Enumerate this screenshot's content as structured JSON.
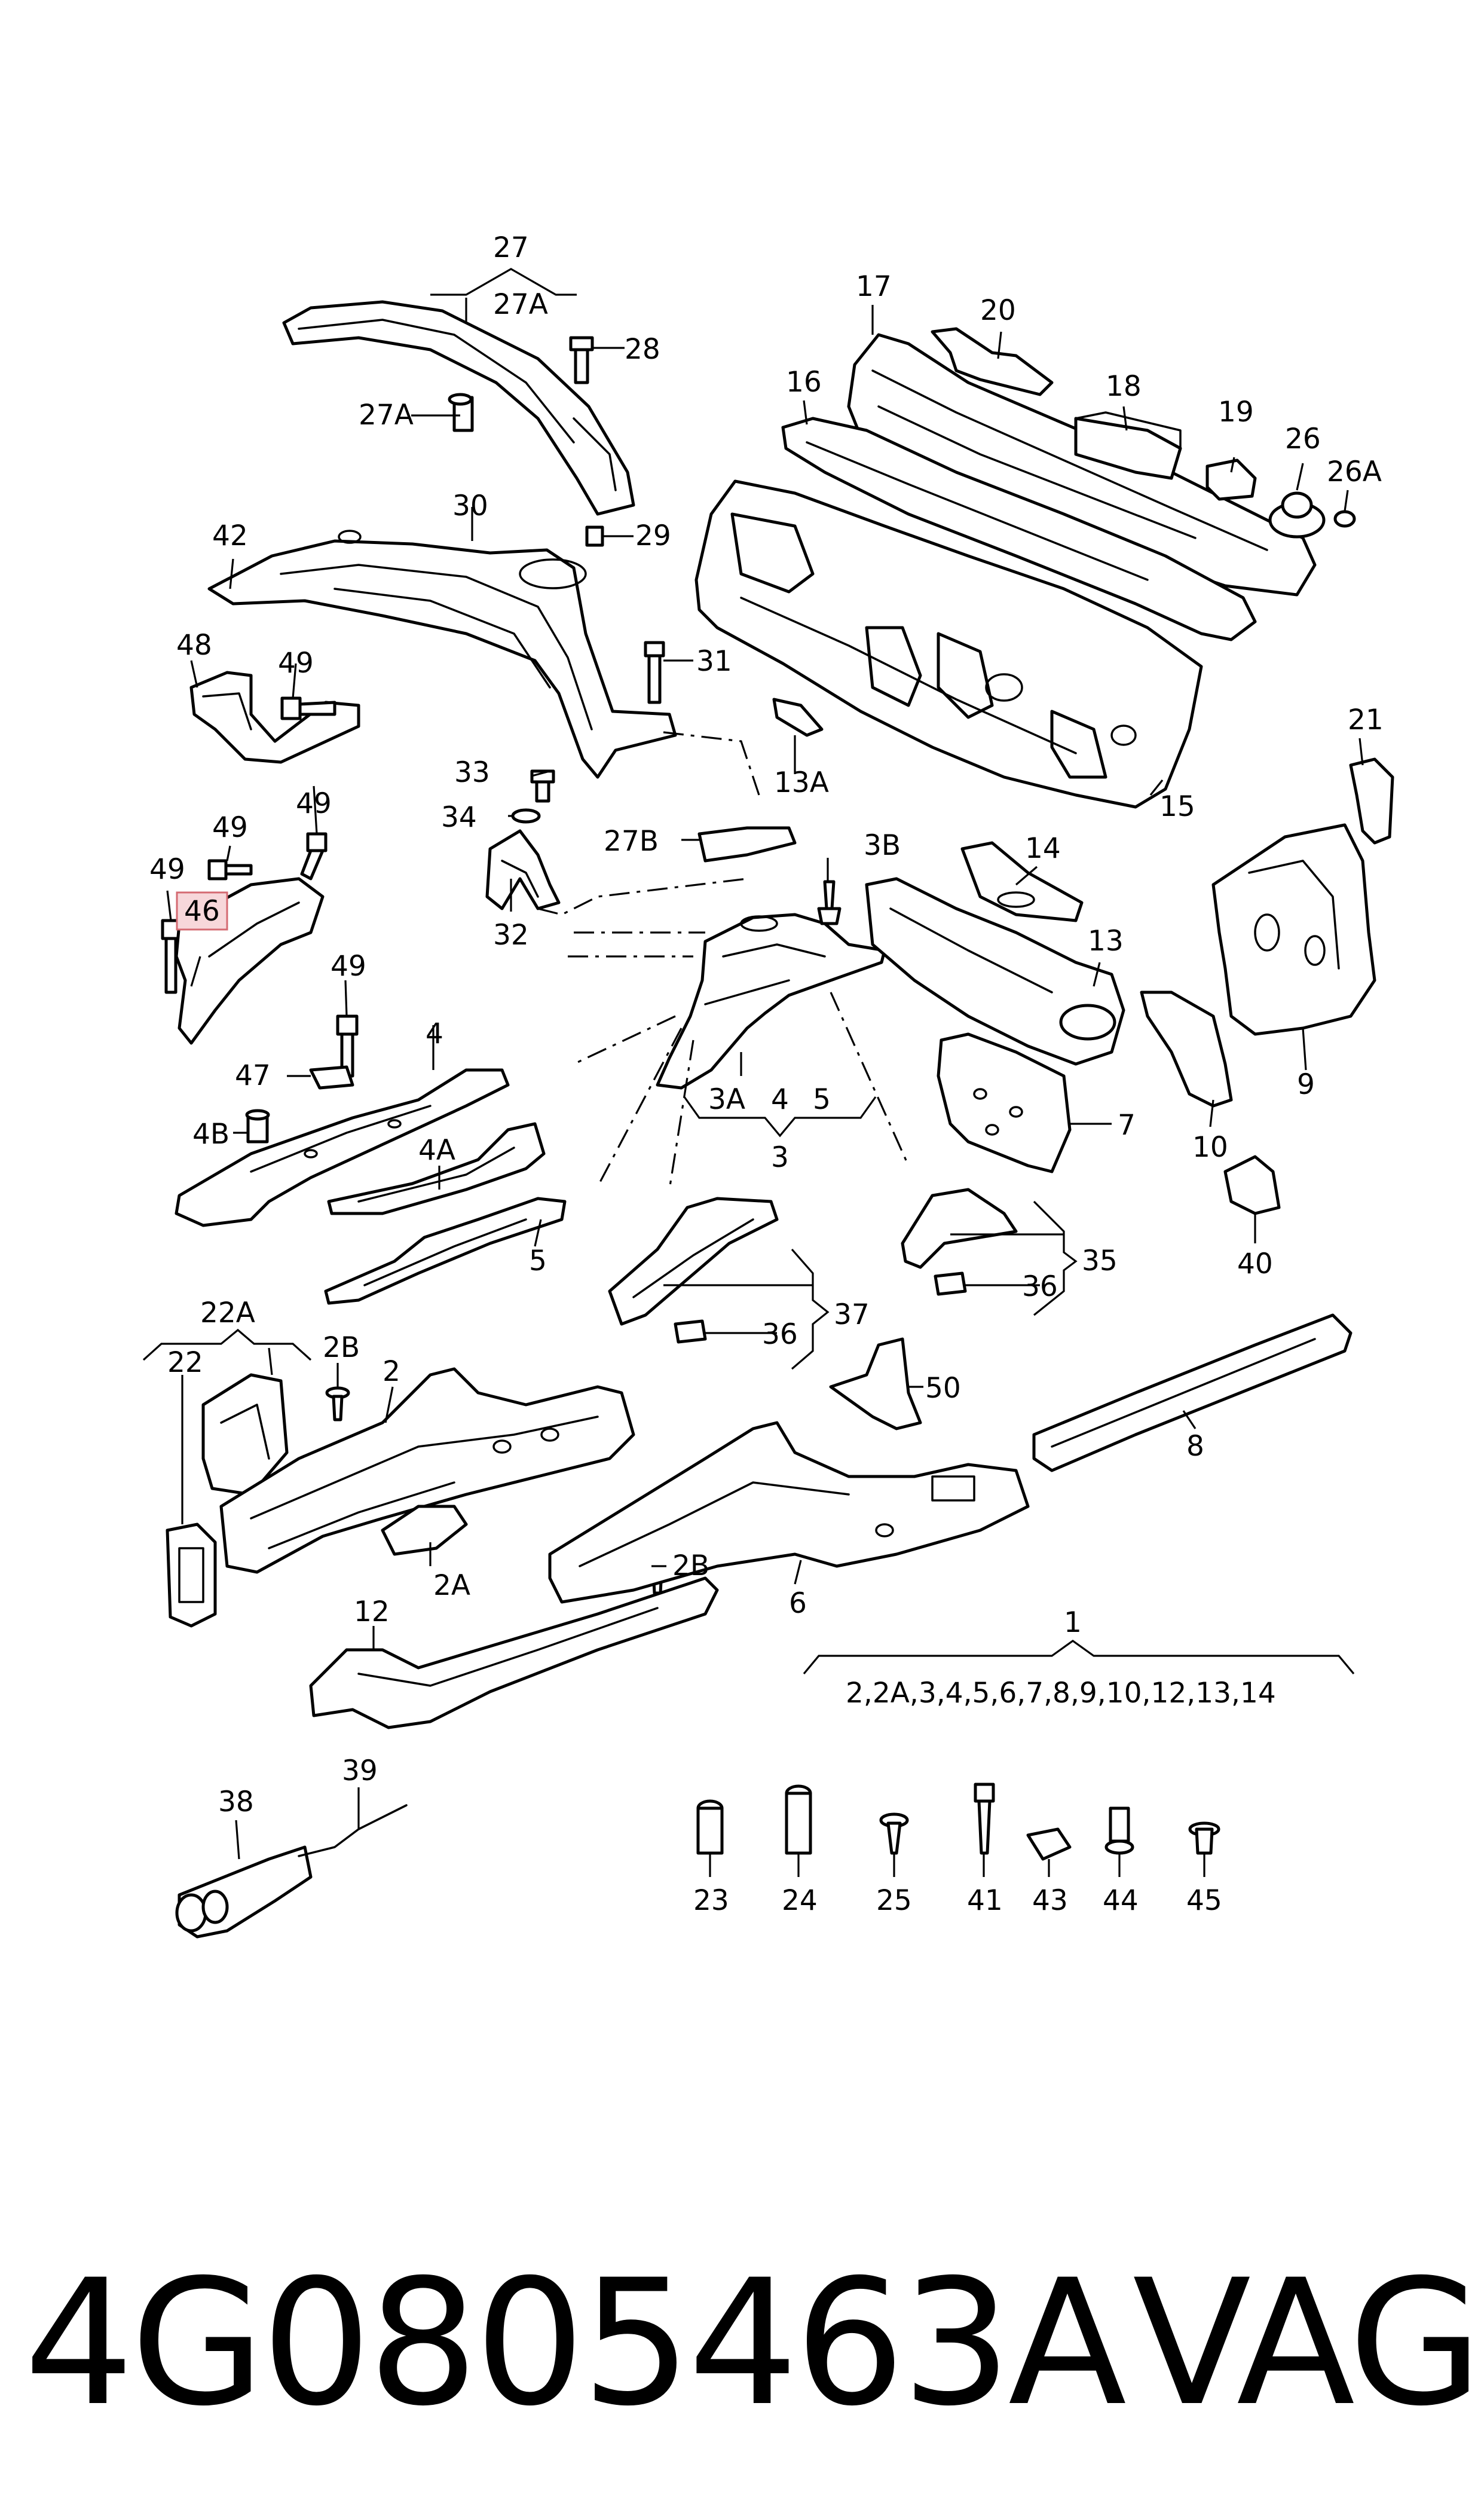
{
  "callouts": {
    "c27": "27",
    "c27A_top": "27A",
    "c27A": "27A",
    "c28": "28",
    "c29": "29",
    "c30": "30",
    "c31": "31",
    "c42": "42",
    "c48": "48",
    "c49a": "49",
    "c49b": "49",
    "c49c": "49",
    "c49d": "49",
    "c49e": "49",
    "c46": "46",
    "c47": "47",
    "c4": "4",
    "c4A": "4A",
    "c4B": "4B",
    "c5": "5",
    "c33": "33",
    "c34": "34",
    "c32": "32",
    "c27B": "27B",
    "c3A": "3A",
    "c3_4": "4",
    "c3_5": "5",
    "c3": "3",
    "c3B": "3B",
    "c13A": "13A",
    "c17": "17",
    "c16": "16",
    "c15": "15",
    "c20": "20",
    "c18": "18",
    "c19": "19",
    "c26": "26",
    "c26A": "26A",
    "c21": "21",
    "c14": "14",
    "c13": "13",
    "c7": "7",
    "c10": "10",
    "c9": "9",
    "c40": "40",
    "c35": "35",
    "c36a": "36",
    "c36b": "36",
    "c37": "37",
    "c50": "50",
    "c22A": "22A",
    "c22": "22",
    "c2B_a": "2B",
    "c2": "2",
    "c2A": "2A",
    "c2B_b": "2B",
    "c6": "6",
    "c8": "8",
    "c12": "12",
    "c1": "1",
    "c1_list": "2,2A,3,4,5,6,7,8,9,10,12,13,14",
    "c38": "38",
    "c39": "39",
    "c23": "23",
    "c24": "24",
    "c25": "25",
    "c41": "41",
    "c43": "43",
    "c44": "44",
    "c45": "45"
  },
  "highlighted_part": "46",
  "footer": {
    "part_number": "4G0805463A",
    "brand": "VAG"
  },
  "colors": {
    "line": "#000000",
    "highlight_fill": "#f7d7da",
    "highlight_stroke": "#d46a72"
  }
}
